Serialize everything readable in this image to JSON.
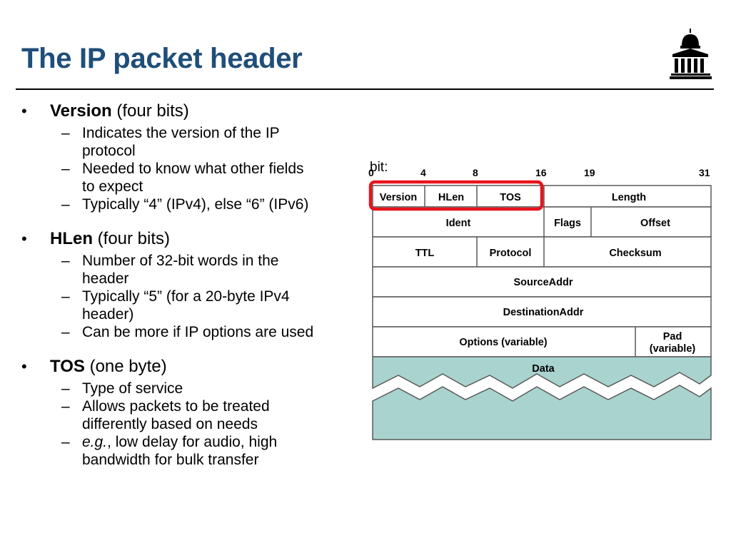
{
  "slide": {
    "title": "The IP packet header"
  },
  "bullets": [
    {
      "keyword": "Version",
      "rest": " (four bits)",
      "subs": [
        {
          "text": "Indicates the version of the IP",
          "cont": "protocol"
        },
        {
          "text": "Needed to know what other fields",
          "cont": "to expect"
        },
        {
          "text": "Typically “4” (IPv4), else “6” (IPv6)"
        }
      ]
    },
    {
      "keyword": "HLen",
      "rest": " (four bits)",
      "subs": [
        {
          "text": "Number of 32-bit words in the",
          "cont": "header"
        },
        {
          "text": "Typically “5” (for a 20-byte IPv4",
          "cont": "header)"
        },
        {
          "text": "Can be more if IP options are used"
        }
      ]
    },
    {
      "keyword": "TOS",
      "rest": " (one byte)",
      "subs": [
        {
          "text": "Type of service"
        },
        {
          "text": "Allows packets to be treated",
          "cont": "differently based on needs"
        },
        {
          "italic": "e.g.",
          "text": ", low delay for audio, high",
          "cont": "bandwidth for bulk transfer"
        }
      ]
    }
  ],
  "diagram": {
    "bit_label": "bit:",
    "bit_marks": [
      "0",
      "4",
      "8",
      "16",
      "19",
      "31"
    ],
    "fields": {
      "version": "Version",
      "hlen": "HLen",
      "tos": "TOS",
      "length": "Length",
      "ident": "Ident",
      "flags": "Flags",
      "offset": "Offset",
      "ttl": "TTL",
      "protocol": "Protocol",
      "checksum": "Checksum",
      "source": "SourceAddr",
      "destination": "DestinationAddr",
      "options": "Options (variable)",
      "pad_line1": "Pad",
      "pad_line2": "(variable)",
      "data": "Data"
    },
    "colors": {
      "highlight": "#e8141c",
      "data_fill": "#a9d3cf",
      "grid": "#5a5a5a"
    }
  }
}
